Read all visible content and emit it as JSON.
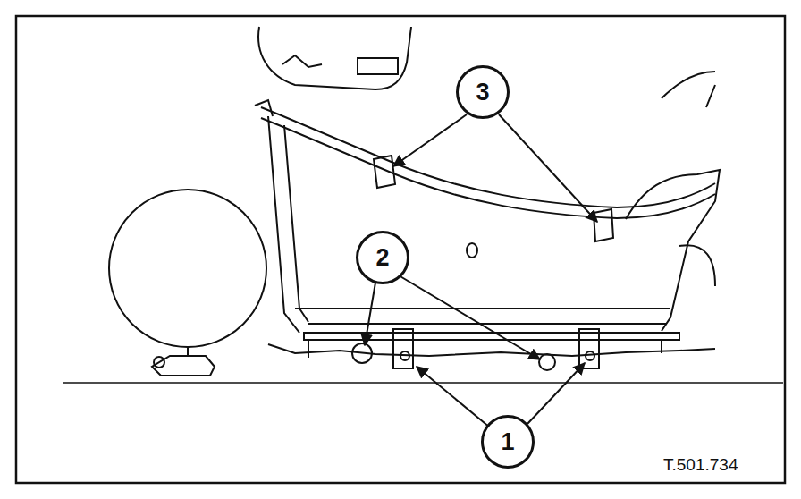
{
  "diagram": {
    "nodes": [
      {
        "text": [
          "3"
        ]
      },
      {
        "text": [
          "2"
        ]
      },
      {
        "text": [
          "1"
        ]
      }
    ],
    "labels": [
      "T.501.734"
    ]
  }
}
